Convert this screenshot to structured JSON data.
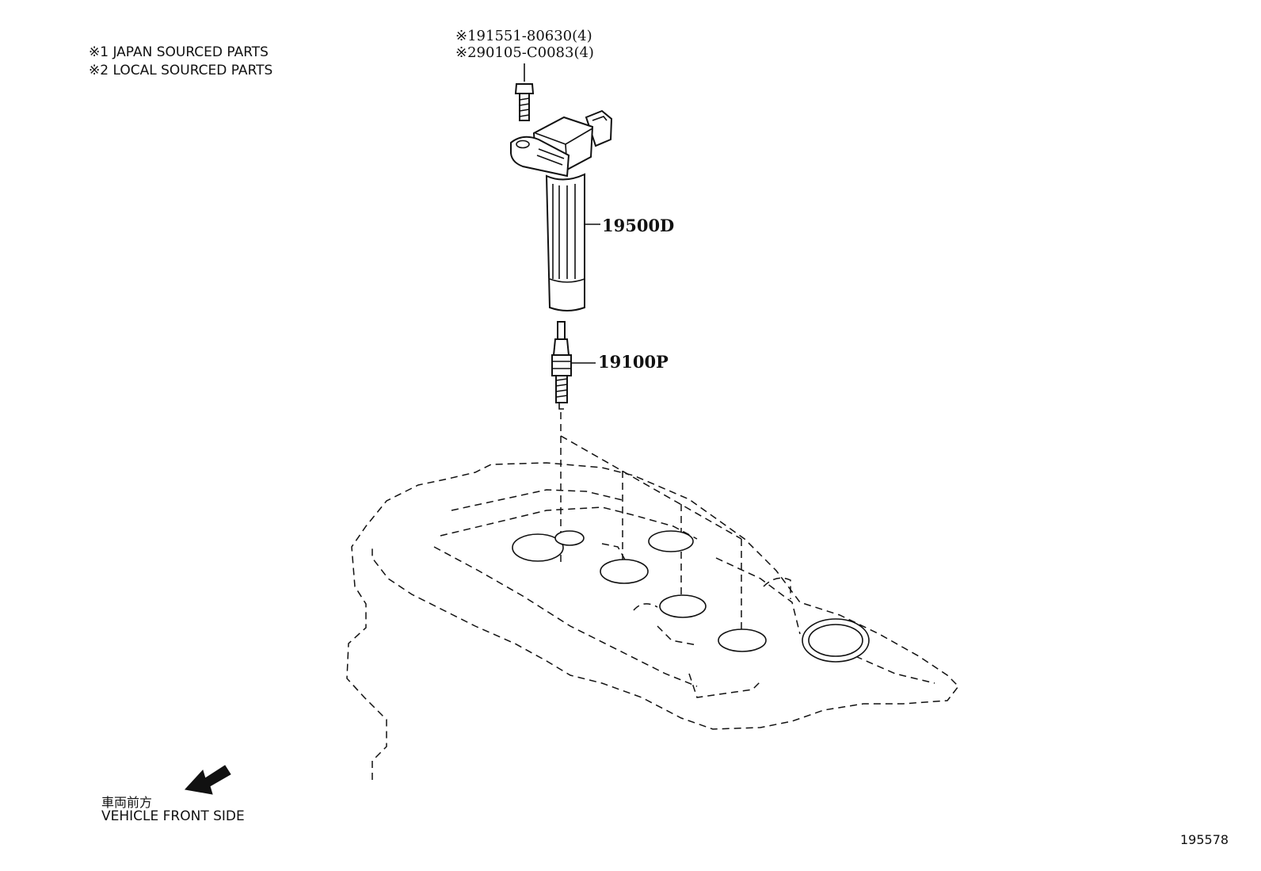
{
  "notes": {
    "japan": "※1 JAPAN SOURCED PARTS",
    "local": "※2 LOCAL SOURCED PARTS"
  },
  "bolt_parts": {
    "japan_part": "※191551-80630(4)",
    "local_part": "※290105-C0083(4)"
  },
  "callouts": {
    "ignition_coil": "19500D",
    "spark_plug": "19100P"
  },
  "direction": {
    "japanese": "車両前方",
    "english": "VEHICLE FRONT SIDE"
  },
  "figure_id": "195578"
}
